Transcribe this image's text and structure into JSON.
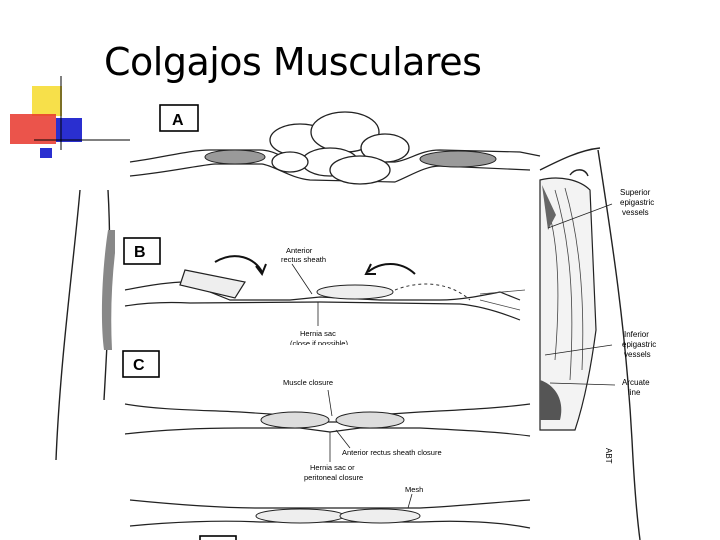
{
  "slide": {
    "title": "Colgajos Musculares"
  },
  "colors": {
    "deco_yellow": "#f7e04a",
    "deco_red": "#e8362b",
    "deco_blue": "#2a2fd0"
  },
  "figure": {
    "panels": [
      {
        "letter": "A"
      },
      {
        "letter": "B"
      },
      {
        "letter": "C"
      },
      {
        "letter": ""
      }
    ],
    "labels": {
      "anterior_rectus_sheath": [
        "Anterior",
        "rectus sheath"
      ],
      "hernia_sac_b": [
        "Hernia sac",
        "(close if possible)"
      ],
      "muscle_closure": "Muscle closure",
      "anterior_rectus_sheath_closure": "Anterior rectus sheath closure",
      "hernia_sac_c": [
        "Hernia sac or",
        "peritoneal closure"
      ],
      "mesh": "Mesh",
      "superior_epigastric": [
        "Superior",
        "epigastric",
        "vessels"
      ],
      "inferior_epigastric": [
        "Inferior",
        "epigastric",
        "vessels"
      ],
      "arcuate_line": [
        "Arcuate",
        "line"
      ],
      "credit": "ABT"
    }
  }
}
